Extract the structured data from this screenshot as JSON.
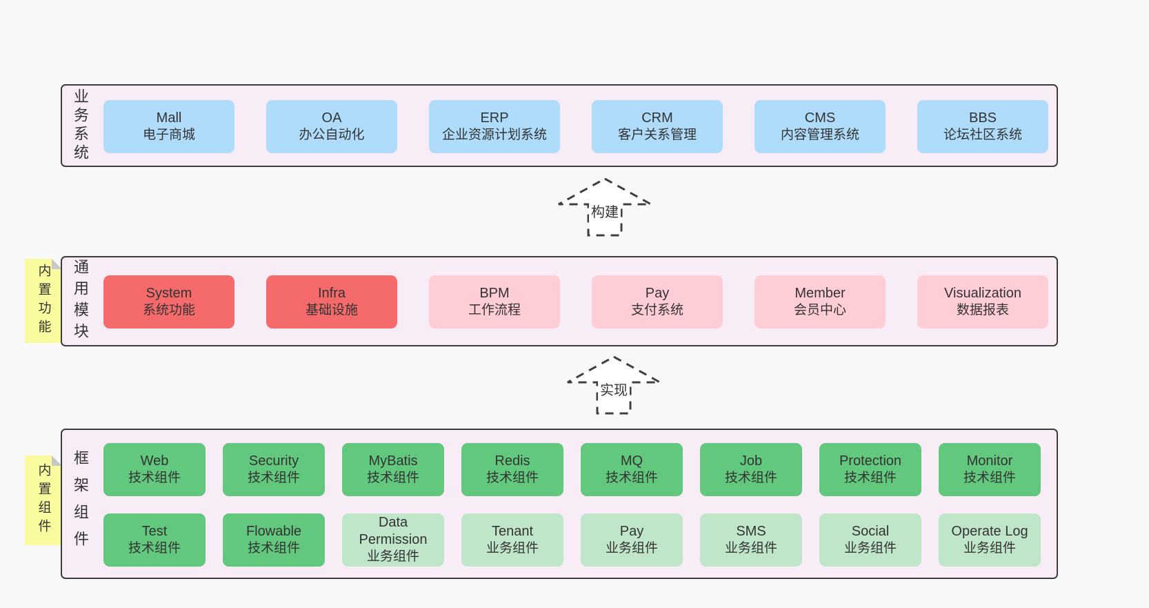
{
  "colors": {
    "page_bg": "#f8f8f8",
    "container_bg": "#f8edf6",
    "container_border": "#3c3c3c",
    "blue": "#aedcfa",
    "red": "#f56b6b",
    "pink": "#fecdd5",
    "green_dark": "#62c87e",
    "green_light": "#c0e6c9",
    "note_yellow": "#fafa9e",
    "note_fold": "#c8c8c8",
    "arrow_stroke": "#3f3f3f",
    "text": "#333333"
  },
  "arrows": [
    {
      "label": "构建"
    },
    {
      "label": "实现"
    }
  ],
  "layers": [
    {
      "label": "业务系统",
      "boxes": [
        {
          "title": "Mall",
          "subtitle": "电子商城"
        },
        {
          "title": "OA",
          "subtitle": "办公自动化"
        },
        {
          "title": "ERP",
          "subtitle": "企业资源计划系统"
        },
        {
          "title": "CRM",
          "subtitle": "客户关系管理"
        },
        {
          "title": "CMS",
          "subtitle": "内容管理系统"
        },
        {
          "title": "BBS",
          "subtitle": "论坛社区系统"
        }
      ]
    },
    {
      "label": "通用模块",
      "note": "内置功能",
      "boxes": [
        {
          "title": "System",
          "subtitle": "系统功能",
          "variant": "red"
        },
        {
          "title": "Infra",
          "subtitle": "基础设施",
          "variant": "red"
        },
        {
          "title": "BPM",
          "subtitle": "工作流程",
          "variant": "pink"
        },
        {
          "title": "Pay",
          "subtitle": "支付系统",
          "variant": "pink"
        },
        {
          "title": "Member",
          "subtitle": "会员中心",
          "variant": "pink"
        },
        {
          "title": "Visualization",
          "subtitle": "数据报表",
          "variant": "pink"
        }
      ]
    },
    {
      "label": "框架组件",
      "note": "内置组件",
      "rows": [
        {
          "boxes": [
            {
              "title": "Web",
              "subtitle": "技术组件",
              "variant": "green-dark"
            },
            {
              "title": "Security",
              "subtitle": "技术组件",
              "variant": "green-dark"
            },
            {
              "title": "MyBatis",
              "subtitle": "技术组件",
              "variant": "green-dark"
            },
            {
              "title": "Redis",
              "subtitle": "技术组件",
              "variant": "green-dark"
            },
            {
              "title": "MQ",
              "subtitle": "技术组件",
              "variant": "green-dark"
            },
            {
              "title": "Job",
              "subtitle": "技术组件",
              "variant": "green-dark"
            },
            {
              "title": "Protection",
              "subtitle": "技术组件",
              "variant": "green-dark"
            },
            {
              "title": "Monitor",
              "subtitle": "技术组件",
              "variant": "green-dark"
            }
          ]
        },
        {
          "boxes": [
            {
              "title": "Test",
              "subtitle": "技术组件",
              "variant": "green-dark"
            },
            {
              "title": "Flowable",
              "subtitle": "技术组件",
              "variant": "green-dark"
            },
            {
              "title": "Data Permission",
              "subtitle": "业务组件",
              "variant": "green-light"
            },
            {
              "title": "Tenant",
              "subtitle": "业务组件",
              "variant": "green-light"
            },
            {
              "title": "Pay",
              "subtitle": "业务组件",
              "variant": "green-light"
            },
            {
              "title": "SMS",
              "subtitle": "业务组件",
              "variant": "green-light"
            },
            {
              "title": "Social",
              "subtitle": "业务组件",
              "variant": "green-light"
            },
            {
              "title": "Operate Log",
              "subtitle": "业务组件",
              "variant": "green-light"
            }
          ]
        }
      ]
    }
  ]
}
